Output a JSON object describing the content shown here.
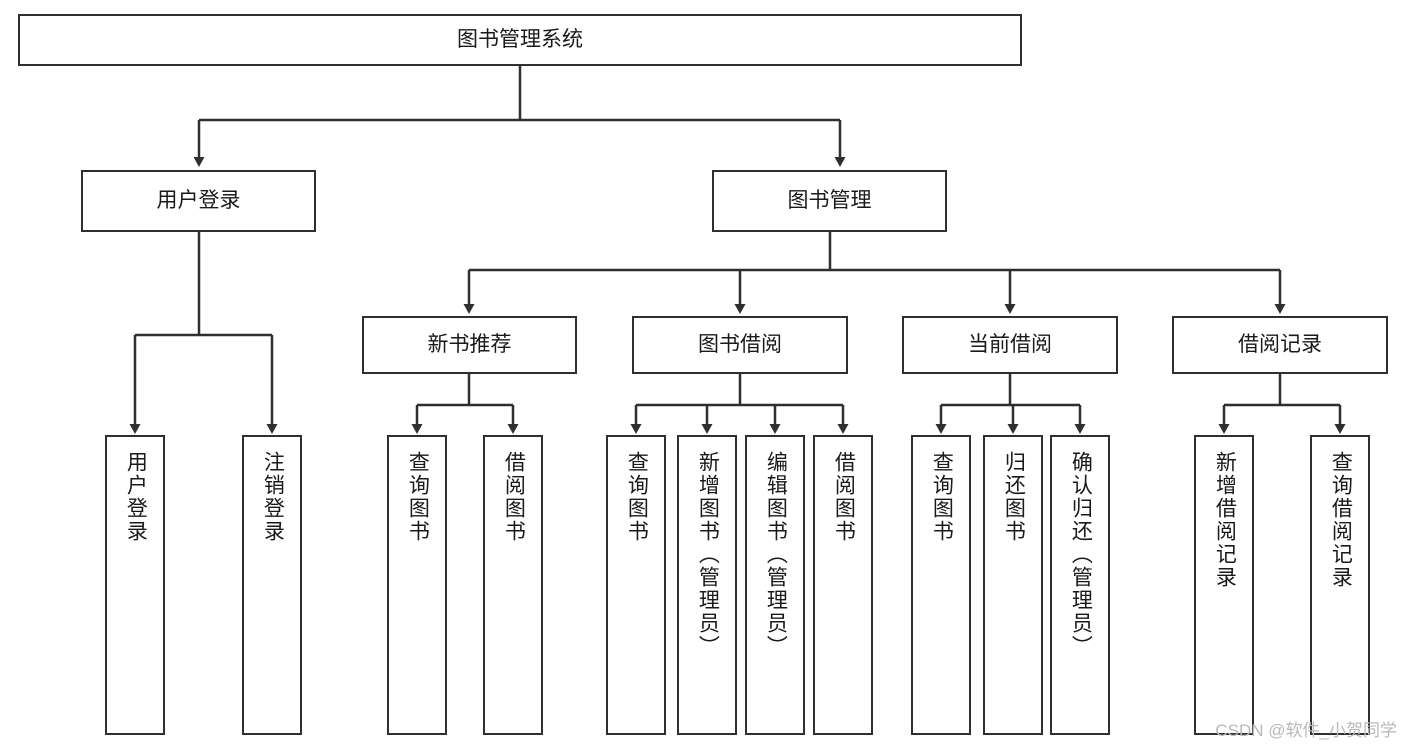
{
  "diagram": {
    "title": "图书管理系统",
    "type": "tree-hierarchy",
    "watermark": "CSDN @软件_小贺同学",
    "nodes": {
      "root": {
        "label": "图书管理系统",
        "orientation": "horizontal"
      },
      "l2": [
        {
          "id": "user-login",
          "label": "用户登录",
          "orientation": "horizontal"
        },
        {
          "id": "book-manage",
          "label": "图书管理",
          "orientation": "horizontal"
        }
      ],
      "l3": [
        {
          "id": "new-book-recommend",
          "label": "新书推荐",
          "orientation": "horizontal"
        },
        {
          "id": "book-borrow",
          "label": "图书借阅",
          "orientation": "horizontal"
        },
        {
          "id": "current-borrow",
          "label": "当前借阅",
          "orientation": "horizontal"
        },
        {
          "id": "borrow-record",
          "label": "借阅记录",
          "orientation": "horizontal"
        }
      ],
      "leaves": [
        {
          "id": "leaf-user-login",
          "label": "用户登录",
          "orientation": "vertical"
        },
        {
          "id": "leaf-logout",
          "label": "注销登录",
          "orientation": "vertical"
        },
        {
          "id": "leaf-query-book-1",
          "label": "查询图书",
          "orientation": "vertical"
        },
        {
          "id": "leaf-borrow-book-1",
          "label": "借阅图书",
          "orientation": "vertical"
        },
        {
          "id": "leaf-query-book-2",
          "label": "查询图书",
          "orientation": "vertical"
        },
        {
          "id": "leaf-add-book",
          "label": "新增图书（管理员）",
          "orientation": "vertical"
        },
        {
          "id": "leaf-edit-book",
          "label": "编辑图书（管理员）",
          "orientation": "vertical"
        },
        {
          "id": "leaf-borrow-book-2",
          "label": "借阅图书",
          "orientation": "vertical"
        },
        {
          "id": "leaf-query-book-3",
          "label": "查询图书",
          "orientation": "vertical"
        },
        {
          "id": "leaf-return-book",
          "label": "归还图书",
          "orientation": "vertical"
        },
        {
          "id": "leaf-confirm-return",
          "label": "确认归还（管理员）",
          "orientation": "vertical"
        },
        {
          "id": "leaf-add-record",
          "label": "新增借阅记录",
          "orientation": "vertical"
        },
        {
          "id": "leaf-query-record",
          "label": "查询借阅记录",
          "orientation": "vertical"
        }
      ]
    },
    "colors": {
      "stroke": "#2f2f2f",
      "fill": "#ffffff",
      "text": "#1a1a1a",
      "watermark": "#b9b9b9"
    }
  }
}
